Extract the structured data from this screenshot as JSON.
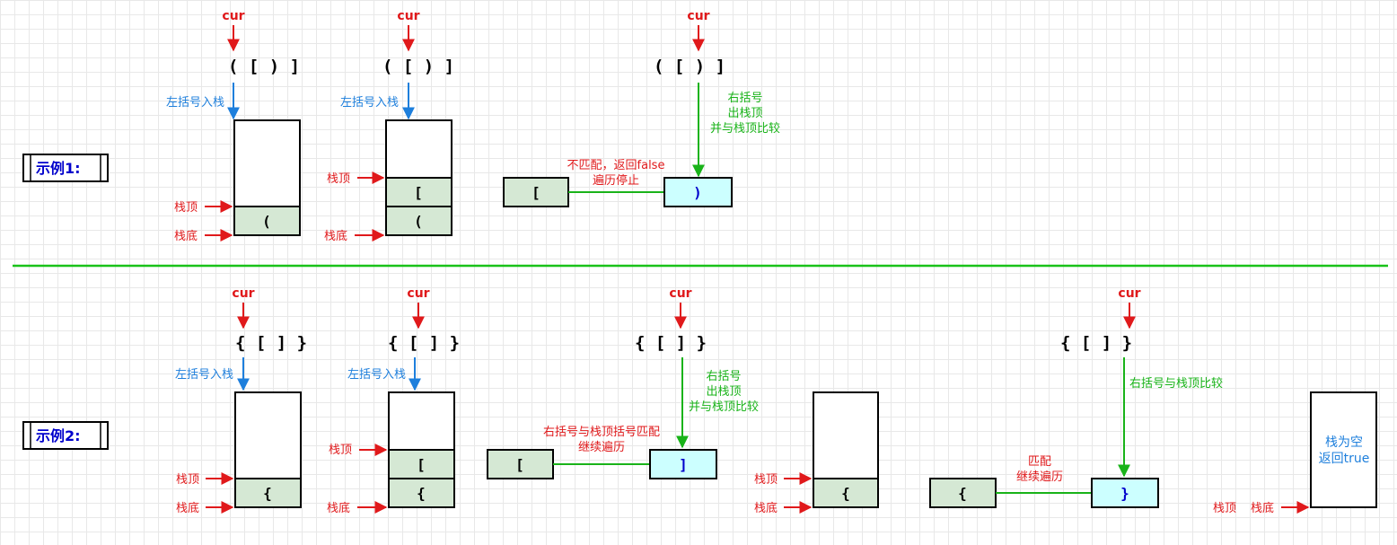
{
  "colors": {
    "red": "#e0191b",
    "blue": "#1e7fdc",
    "green": "#19b319",
    "divider": "#19c219",
    "cell_fill": "#d5e8d4",
    "compare_fill": "#ccffff",
    "label_text": "#0000cc"
  },
  "common": {
    "cur": "cur",
    "push": "左括号入栈",
    "top": "栈顶",
    "bottom": "栈底",
    "pop_line1": "右括号",
    "pop_line2": "出栈顶",
    "pop_line3": "并与栈顶比较"
  },
  "example1": {
    "label": "示例1:",
    "step1": {
      "expr": "( [ ) ]",
      "cell1": "("
    },
    "step2": {
      "expr": "( [ ) ]",
      "cell1": "(",
      "cell2": "["
    },
    "step3": {
      "expr": "( [ ) ]",
      "popped": "[",
      "current": ")",
      "result_line1": "不匹配，返回false",
      "result_line2": "遍历停止"
    }
  },
  "example2": {
    "label": "示例2:",
    "step1": {
      "expr": "{ [ ] }",
      "cell1": "{"
    },
    "step2": {
      "expr": "{ [ ] }",
      "cell1": "{",
      "cell2": "["
    },
    "step3": {
      "expr": "{ [ ] }",
      "popped": "[",
      "current": "]",
      "result_line1": "右括号与栈顶括号匹配",
      "result_line2": "继续遍历"
    },
    "step4": {
      "cell1": "{"
    },
    "step5": {
      "expr": "{ [ ] }",
      "compare": "右括号与栈顶比较",
      "popped": "{",
      "current": "}",
      "result_line1": "匹配",
      "result_line2": "继续遍历"
    },
    "step6": {
      "empty_line1": "栈为空",
      "empty_line2": "返回true"
    }
  }
}
